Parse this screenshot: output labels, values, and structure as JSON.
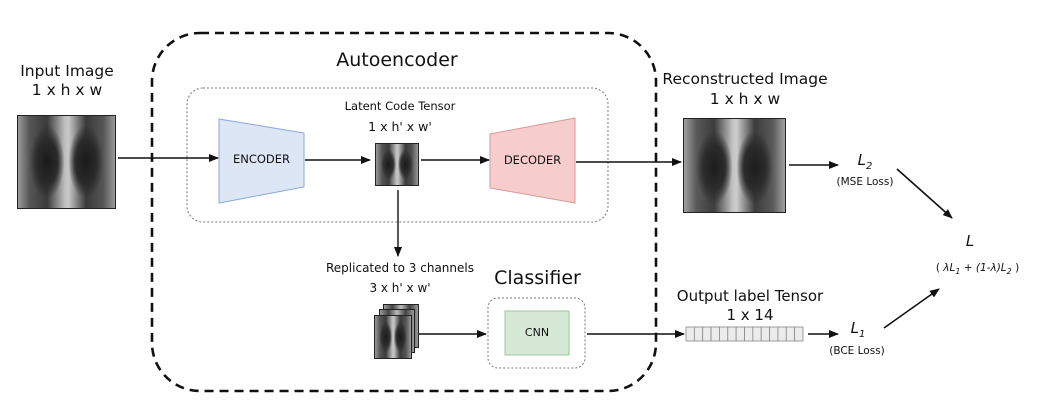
{
  "input": {
    "title": "Input Image",
    "dims": "1 x h x w"
  },
  "autoencoder": {
    "title": "Autoencoder"
  },
  "encoder": {
    "label": "ENCODER"
  },
  "decoder": {
    "label": "DECODER"
  },
  "latent": {
    "title": "Latent Code Tensor",
    "dims": "1 x h' x w'"
  },
  "reconstructed": {
    "title": "Reconstructed Image",
    "dims": "1 x h x w"
  },
  "replicated": {
    "title": "Replicated to 3 channels",
    "dims": "3 x h' x w'"
  },
  "classifier": {
    "title": "Classifier",
    "cnn_label": "CNN"
  },
  "output_label": {
    "title": "Output label Tensor",
    "dims": "1 x 14",
    "cells": 14
  },
  "loss2": {
    "symbol": "L",
    "sub": "2",
    "name": "(MSE Loss)"
  },
  "loss1": {
    "symbol": "L",
    "sub": "1",
    "name": "(BCE Loss)"
  },
  "total": {
    "symbol": "L",
    "f_open": "( ",
    "f_lam1": "λL",
    "f_sub1": "1",
    "f_mid": " + (1-λ)L",
    "f_sub2": "2",
    "f_close": " )"
  },
  "colors": {
    "encoder_fill": "#dce6f5",
    "encoder_stroke": "#8aa7d6",
    "decoder_fill": "#f6cccc",
    "decoder_stroke": "#d99a9a",
    "cnn_fill": "#d6e9d6",
    "cnn_stroke": "#9cc59c"
  }
}
